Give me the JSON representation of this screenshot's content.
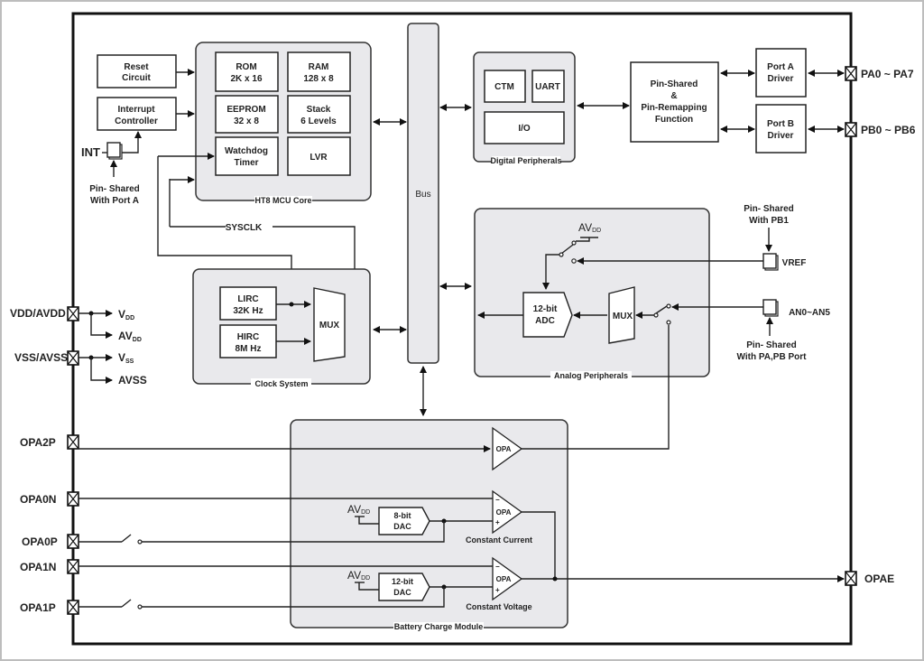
{
  "diagram": {
    "type": "block-diagram",
    "subject": "HT8 MCU battery charger block diagram"
  },
  "mcu_core": {
    "label": "HT8 MCU Core",
    "blocks": {
      "rom": [
        "ROM",
        "2K x 16"
      ],
      "ram": [
        "RAM",
        "128 x 8"
      ],
      "eeprom": [
        "EEPROM",
        "32 x 8"
      ],
      "stack": [
        "Stack",
        "6 Levels"
      ],
      "watchdog": [
        "Watchdog",
        "Timer"
      ],
      "lvr": [
        "LVR"
      ]
    }
  },
  "reset": [
    "Reset",
    "Circuit"
  ],
  "interrupt": [
    "Interrupt",
    "Controller"
  ],
  "int_pin": {
    "label": "INT",
    "note": [
      "Pin- Shared",
      "With Port A"
    ]
  },
  "bus": {
    "label": "Bus"
  },
  "sysclk": {
    "label": "SYSCLK"
  },
  "clock_system": {
    "label": "Clock System",
    "lirc": [
      "LIRC",
      "32K Hz"
    ],
    "hirc": [
      "HIRC",
      "8M Hz"
    ],
    "mux": "MUX"
  },
  "digital": {
    "label": "Digital Peripherals",
    "ctm": "CTM",
    "uart": "UART",
    "io": "I/O"
  },
  "pin_remap": [
    "Pin-Shared",
    "&",
    "Pin-Remapping",
    "Function"
  ],
  "port_a": [
    "Port A",
    "Driver"
  ],
  "port_b": [
    "Port B",
    "Driver"
  ],
  "pins_right": {
    "pa": "PA0 ~ PA7",
    "pb": "PB0 ~ PB6",
    "vref": "VREF",
    "an": "AN0~AN5",
    "opae": "OPAE"
  },
  "vref_note": [
    "Pin- Shared",
    "With PB1"
  ],
  "an_note": [
    "Pin- Shared",
    "With PA,PB Port"
  ],
  "analog": {
    "label": "Analog Peripherals",
    "avdd_main": "AV",
    "avdd_sub": "DD",
    "adc": [
      "12-bit",
      "ADC"
    ],
    "mux": "MUX"
  },
  "power": {
    "vdd_pin": "VDD/AVDD",
    "vss_pin": "VSS/AVSS",
    "vdd": [
      "V",
      "DD"
    ],
    "avdd": [
      "AV",
      "DD"
    ],
    "vss": [
      "V",
      "SS"
    ],
    "avss": "AVSS"
  },
  "pins_left": {
    "opa2p": "OPA2P",
    "opa0n": "OPA0N",
    "opa0p": "OPA0P",
    "opa1n": "OPA1N",
    "opa1p": "OPA1P"
  },
  "battery": {
    "label": "Battery Charge Module",
    "opa": "OPA",
    "dac8": [
      "8-bit",
      "DAC"
    ],
    "dac12": [
      "12-bit",
      "DAC"
    ],
    "avdd_main": "AV",
    "avdd_sub": "DD",
    "cc": "Constant Current",
    "cv": "Constant Voltage",
    "minus": "−",
    "plus": "+"
  }
}
